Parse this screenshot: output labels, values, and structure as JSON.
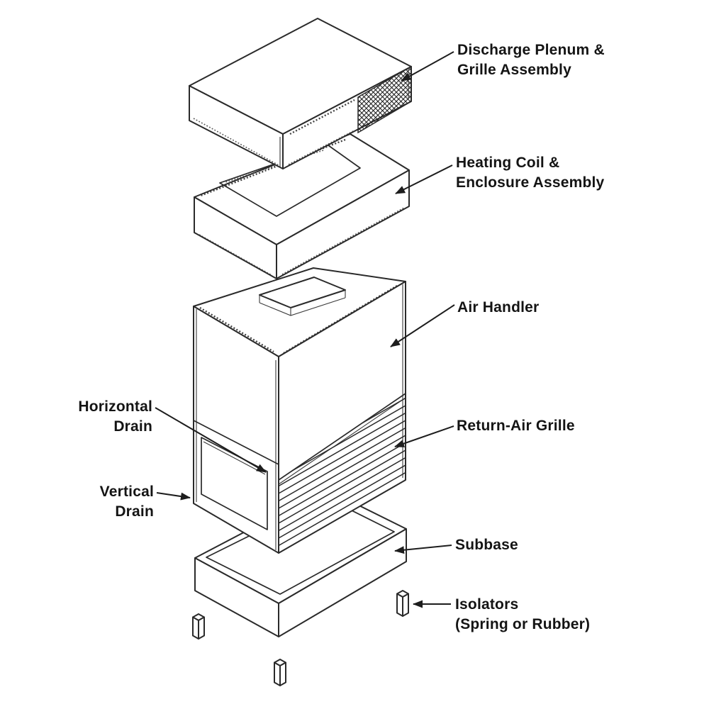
{
  "diagram": {
    "colors": {
      "background": "#ffffff",
      "line": "#2a2a2a",
      "text": "#141414"
    },
    "labels": {
      "discharge_plenum": {
        "line1": "Discharge Plenum &",
        "line2": "Grille Assembly"
      },
      "heating_coil": {
        "line1": "Heating Coil &",
        "line2": "Enclosure Assembly"
      },
      "air_handler": {
        "line1": "Air Handler"
      },
      "return_air_grille": {
        "line1": "Return-Air Grille"
      },
      "horizontal_drain": {
        "line1": "Horizontal",
        "line2": "Drain"
      },
      "vertical_drain": {
        "line1": "Vertical",
        "line2": "Drain"
      },
      "subbase": {
        "line1": "Subbase"
      },
      "isolators": {
        "line1": "Isolators",
        "line2": "(Spring or Rubber)"
      }
    }
  }
}
